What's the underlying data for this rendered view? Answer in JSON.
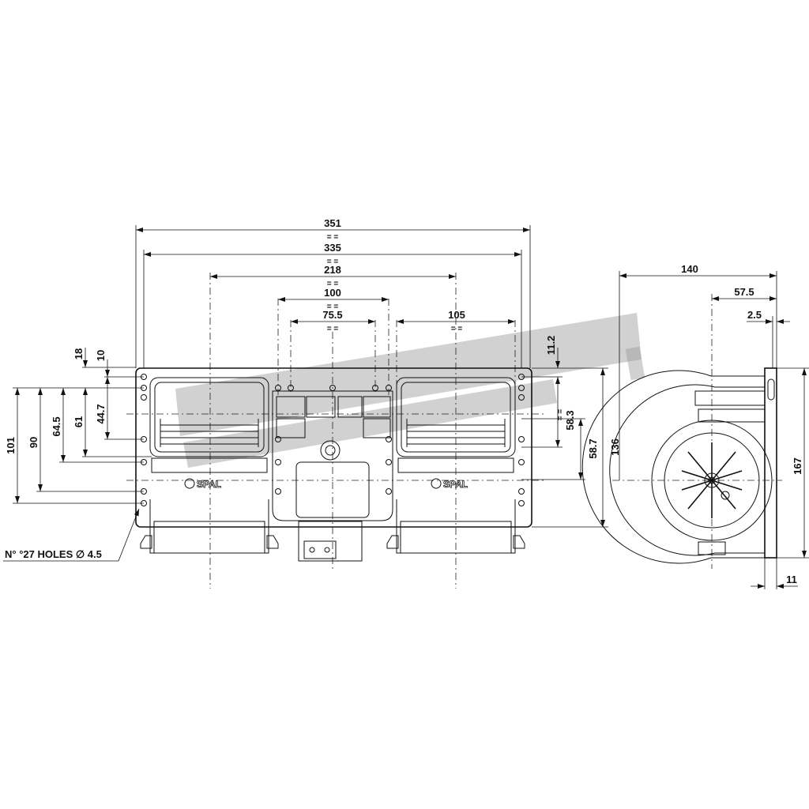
{
  "drawing": {
    "front_view": {
      "width_dims": [
        "351",
        "335",
        "218",
        "100",
        "75.5",
        "105"
      ],
      "equal_mark": "= =",
      "left_height_dims": [
        "101",
        "90",
        "64.5",
        "61",
        "44.7",
        "18",
        "10"
      ],
      "right_height_dims": [
        "11.2",
        "58.3",
        "58.7",
        "136"
      ],
      "hole_note": "N° °27 HOLES ∅ 4.5",
      "brand_label": "SPAL"
    },
    "side_view": {
      "dims": [
        "140",
        "57.5",
        "2.5",
        "167",
        "11"
      ]
    }
  }
}
